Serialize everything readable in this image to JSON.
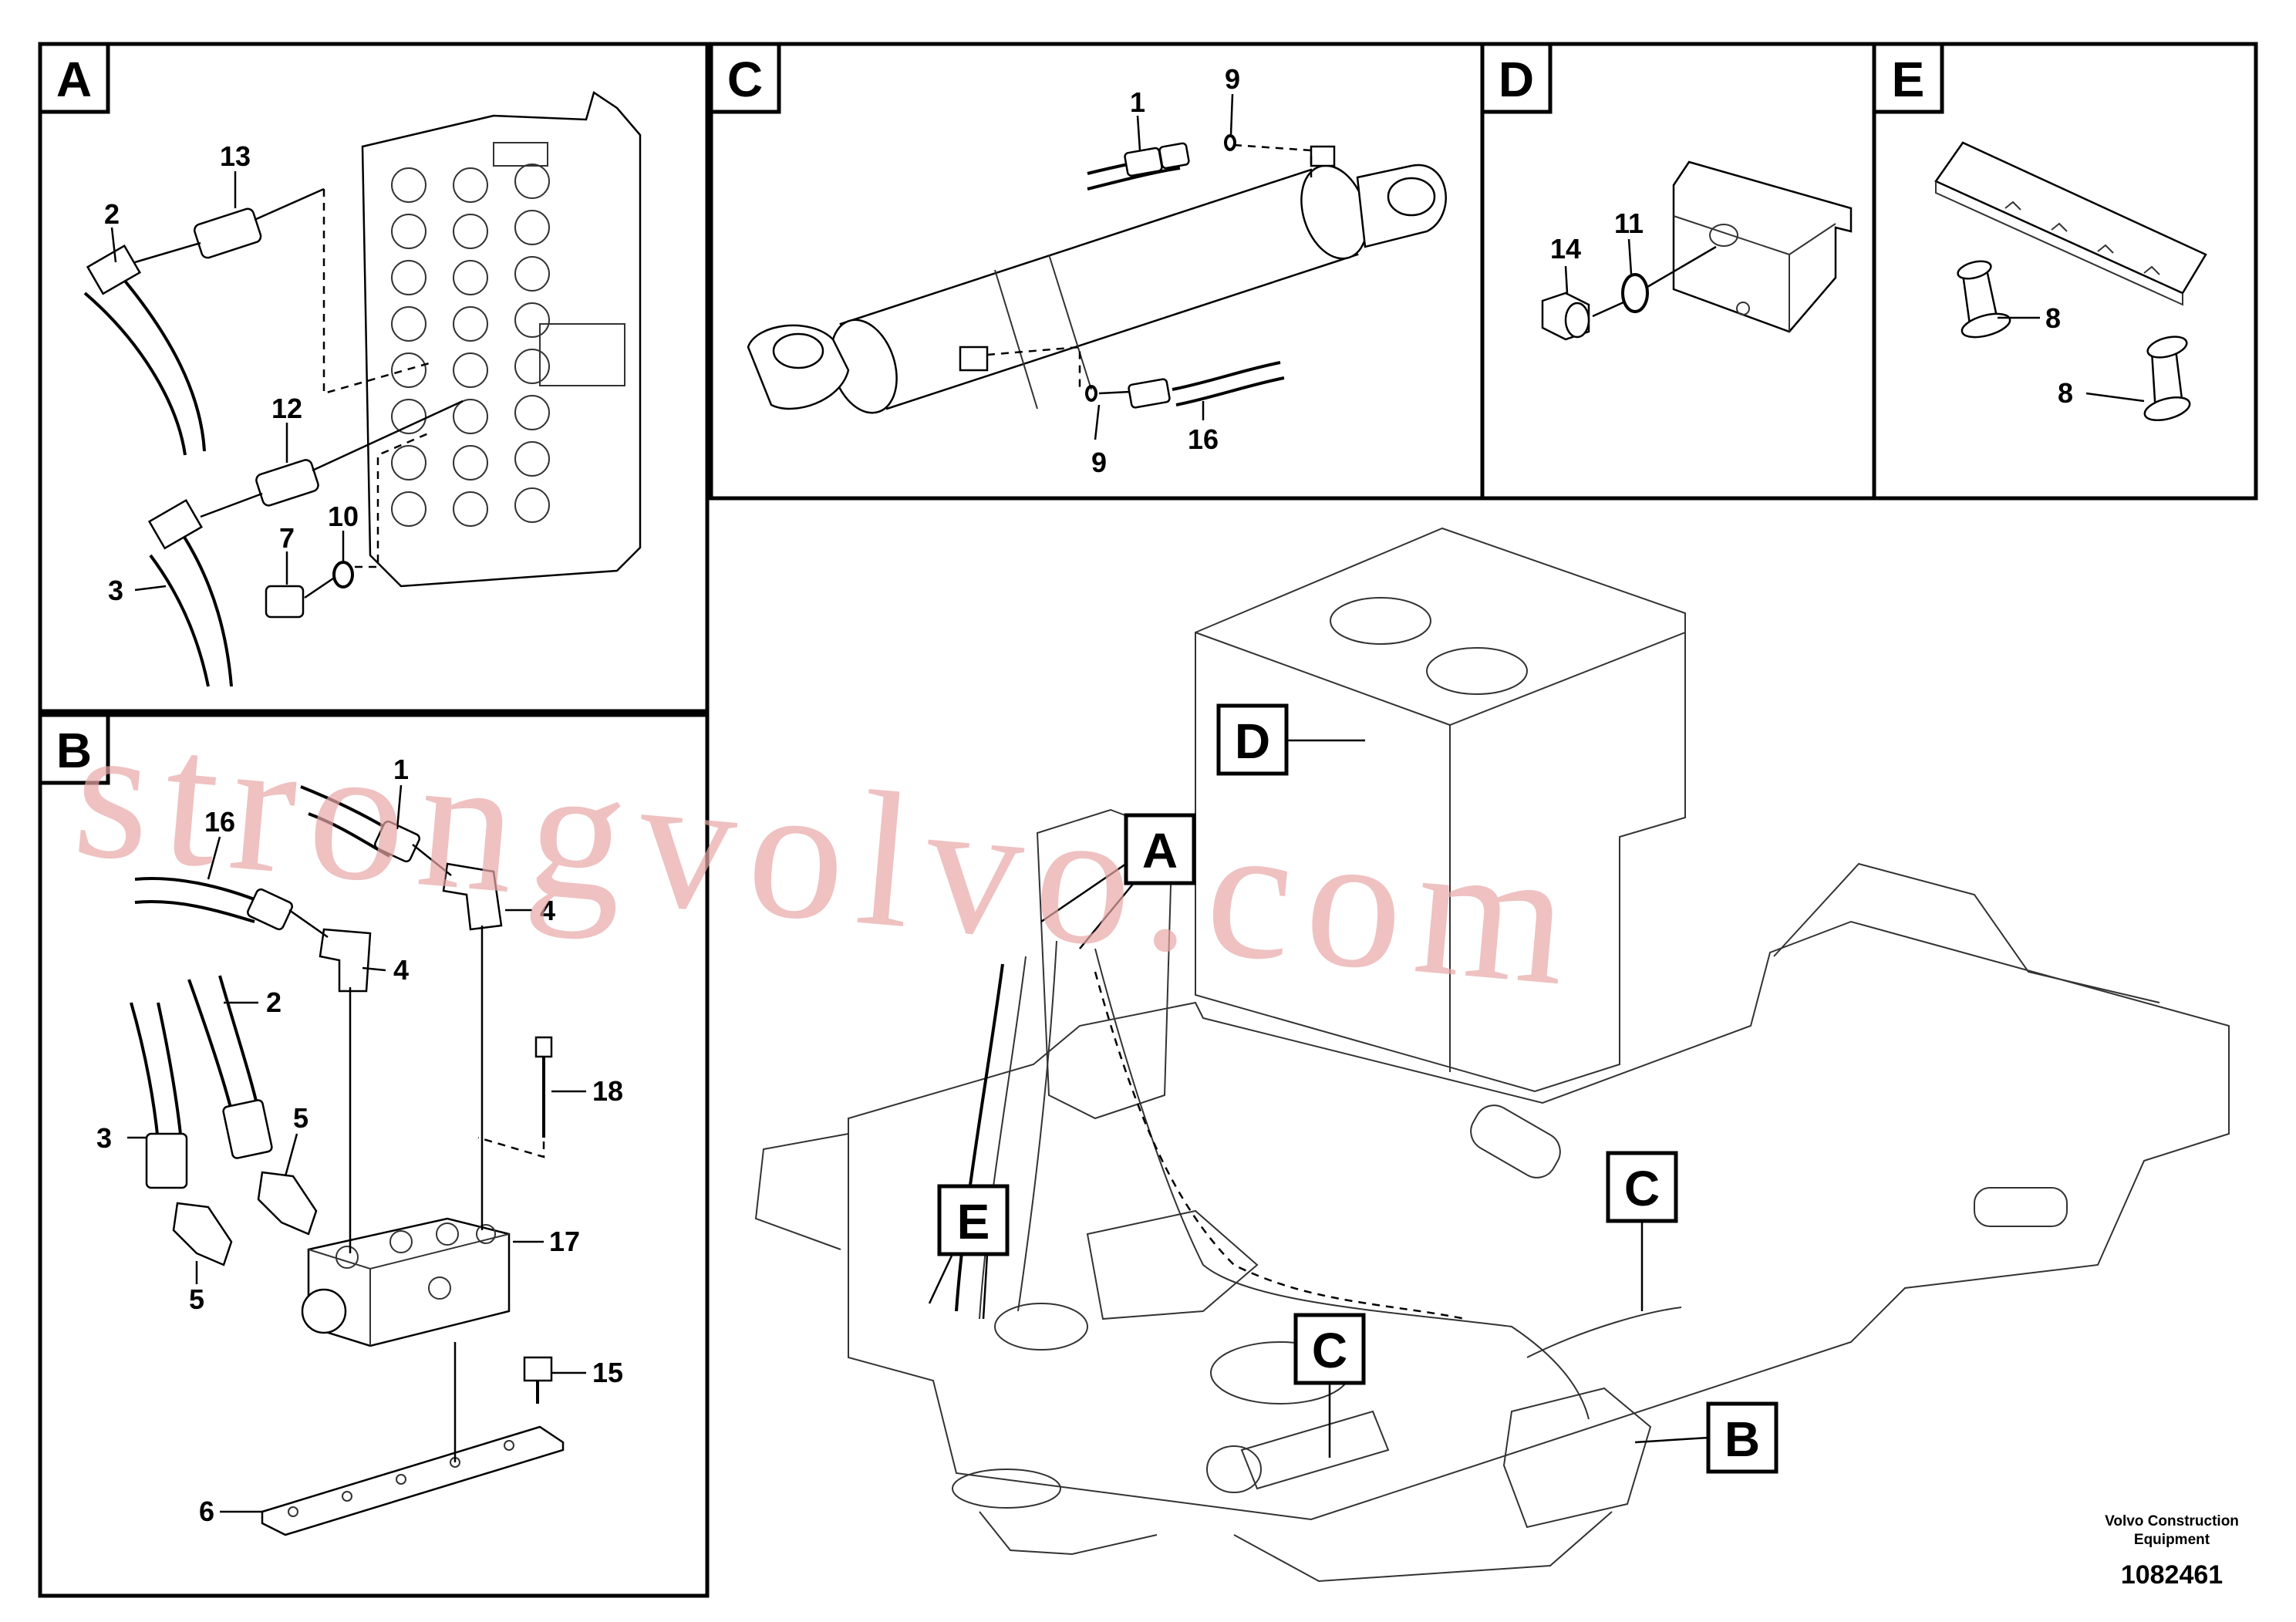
{
  "panels": {
    "A": {
      "letter": "A",
      "callouts": [
        "13",
        "2",
        "12",
        "10",
        "7",
        "3"
      ]
    },
    "B": {
      "letter": "B",
      "callouts": [
        "1",
        "16",
        "4",
        "4",
        "2",
        "18",
        "3",
        "5",
        "17",
        "5",
        "15",
        "6"
      ]
    },
    "C": {
      "letter": "C",
      "callouts": [
        "1",
        "9",
        "9",
        "16"
      ]
    },
    "D": {
      "letter": "D",
      "callouts": [
        "14",
        "11"
      ]
    },
    "E": {
      "letter": "E",
      "callouts": [
        "8",
        "8"
      ]
    }
  },
  "main_view": {
    "tags": [
      "D",
      "A",
      "E",
      "C",
      "C",
      "B"
    ]
  },
  "watermark": "strongvolvo.com",
  "footer": {
    "brand_line1": "Volvo Construction",
    "brand_line2": "Equipment",
    "doc_number": "1082461"
  }
}
